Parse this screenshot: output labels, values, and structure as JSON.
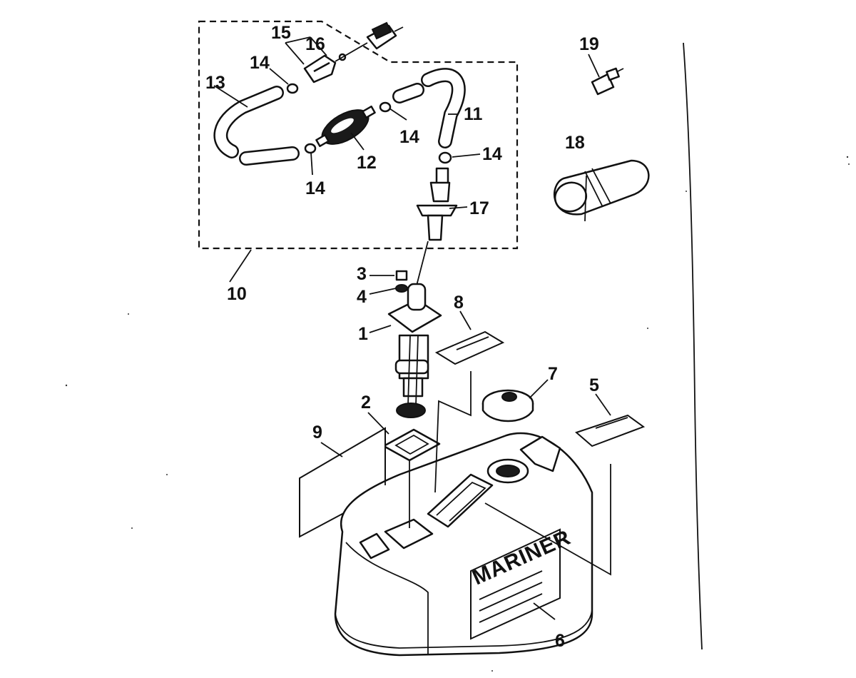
{
  "diagram": {
    "callouts": [
      "1",
      "2",
      "3",
      "4",
      "5",
      "6",
      "7",
      "8",
      "9",
      "10",
      "11",
      "12",
      "13",
      "14",
      "14",
      "14",
      "14",
      "15",
      "16",
      "17",
      "18",
      "19"
    ],
    "tank_label": {
      "brand": "MARINER"
    }
  },
  "colors": {
    "ink": "#111111",
    "paper": "#ffffff"
  }
}
